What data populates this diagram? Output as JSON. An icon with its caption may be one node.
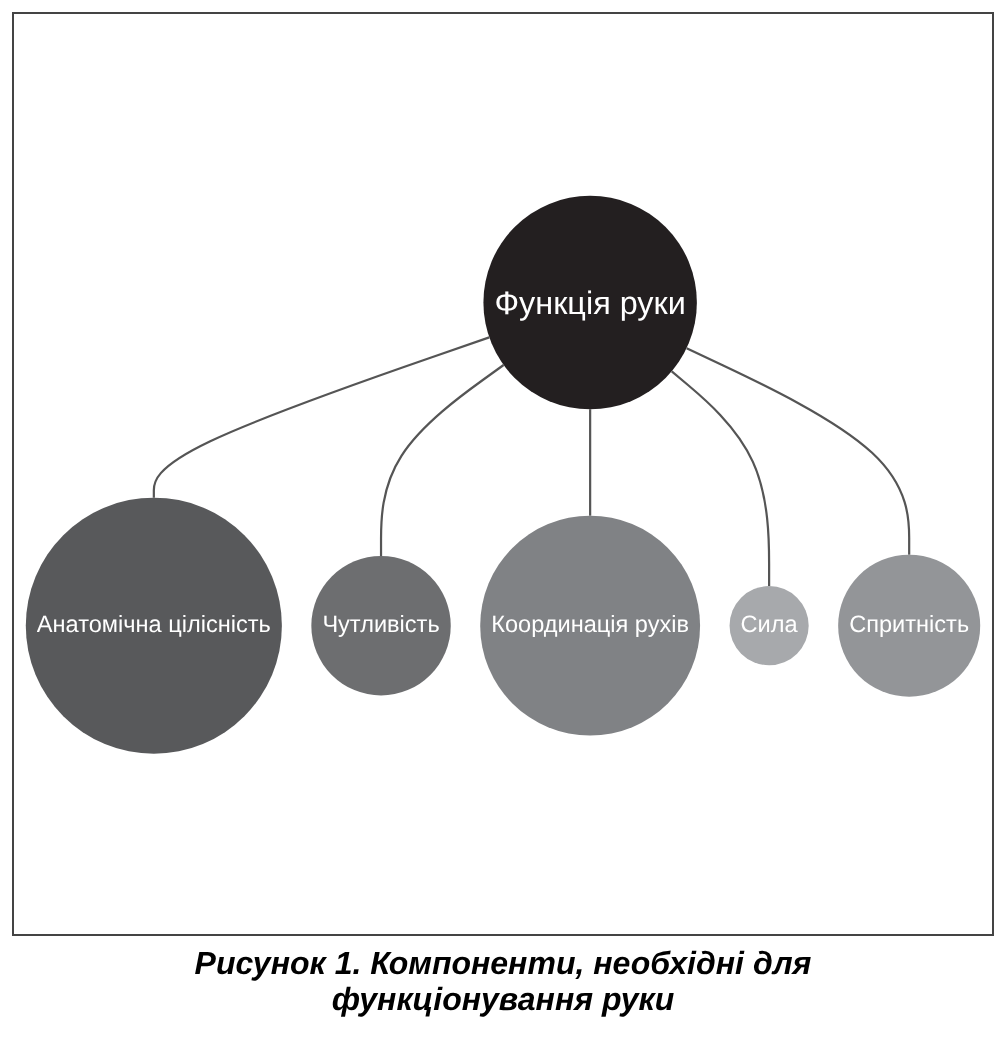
{
  "diagram": {
    "caption": "Рисунок 1. Компоненти, необхідні для функціонування руки",
    "nodes": [
      {
        "text": [
          "Функція руки"
        ]
      },
      {
        "text": [
          "Анатомічна цілісність"
        ]
      },
      {
        "text": [
          "Чутливість"
        ]
      },
      {
        "text": [
          "Координація рухів"
        ]
      },
      {
        "text": [
          "Сила"
        ]
      },
      {
        "text": [
          "Спритність"
        ]
      }
    ],
    "edges": [
      {
        "from": 0,
        "to": 1,
        "arrow": "none"
      },
      {
        "from": 0,
        "to": 2,
        "arrow": "none"
      },
      {
        "from": 0,
        "to": 3,
        "arrow": "none"
      },
      {
        "from": 0,
        "to": 4,
        "arrow": "none"
      },
      {
        "from": 0,
        "to": 5,
        "arrow": "none"
      }
    ]
  }
}
